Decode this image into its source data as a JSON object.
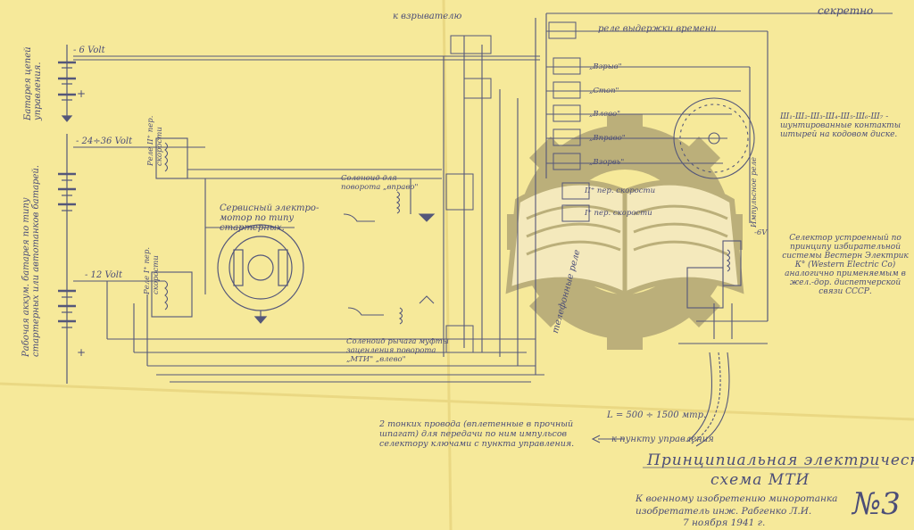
{
  "stamp": "секретно",
  "labels": {
    "battery_control": "Батарея цепей управления.",
    "battery_working": "Рабочая аккум. батарея по типу стартерных или автотанков батарей.",
    "v6": "- 6 Volt",
    "v24": "- 24÷36 Volt",
    "v12": "- 12 Volt",
    "plus1": "+",
    "plus2": "+",
    "to_detonator": "к взрывателю",
    "relay_hold": "реле выдержки времени",
    "relay_fwd_speed_2": "Реле II⁺ пер. скорости",
    "relay_fwd_speed_1": "Реле I⁺ пер. скорости",
    "relay_blast": "„Взрыв\"",
    "relay_stop": "„Стоп\"",
    "relay_left": "„Влево\"",
    "relay_right": "„Вправо\"",
    "relay_back": "„Взорвь\"",
    "relay_2nd_speed": "II⁺ пер. скорости",
    "relay_1st_speed": "I⁺ пер. скорости",
    "servo_motor": "Сервисный электро-мотор по типу стартерных.",
    "solenoid_right": "Соленоид для поворота „вправо\"",
    "solenoid_left": "Соленоид рычага муфты заценления поворота „МТИ\" „влево\"",
    "telephone_relay": "телефонные реле",
    "contact_note": "Ш₁-Ш₂-Ш₃-Ш₄-Ш₅-Ш₆-Ш₇ - шунтированные контакты штырей на кодовом диске.",
    "selector_note": "Селектор устроенный по принципу избирательной системы Вестерн Электрик К° (Western Electric Co) аналогично применяемым в жел.-дор. диспетчерской связи СССР.",
    "pulse_relay": "Импульсное реле",
    "minus6": "-6V",
    "wires_note": "2 тонких провода (вплетенные в прочный шпагат) для передачи по ним импульсов селектору ключами с пункта управления.",
    "length": "L = 500 ÷ 1500 мтр.",
    "to_control": "к пункту управления",
    "title_line1": "Принципиальная электрическая",
    "title_line2": "схема МТИ",
    "subtitle_1": "К военному изобретению миноротанка",
    "subtitle_2": "изобретатель инж. Рабгенко Л.И.",
    "date": "7 ноября 1941 г.",
    "sheet_number": "№3"
  },
  "colors": {
    "paper": "#f6e99a",
    "ink": "#4b4d78",
    "watermark": "#8c8060"
  }
}
